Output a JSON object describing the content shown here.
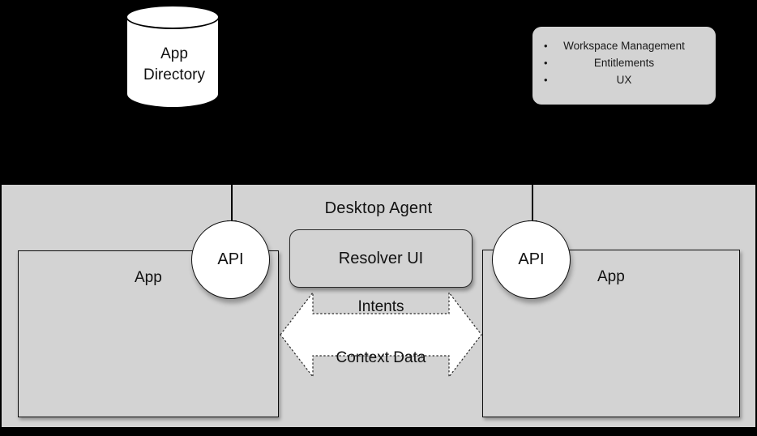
{
  "diagram": {
    "background_color": "#000000",
    "panel_color": "#d3d3d3",
    "stroke_color": "#000000"
  },
  "app_directory": {
    "label_line1": "App",
    "label_line2": "Directory",
    "shape": "cylinder-icon"
  },
  "capabilities_box": {
    "items": [
      "Workspace Management",
      "Entitlements",
      "UX"
    ]
  },
  "desktop_agent": {
    "title": "Desktop Agent",
    "resolver": "Resolver UI",
    "api_left": "API",
    "api_right": "API"
  },
  "apps": {
    "left_label": "App",
    "right_label": "App"
  },
  "exchange_arrow": {
    "top_label": "Intents",
    "bottom_label": "Context Data",
    "direction": "bidirectional"
  }
}
